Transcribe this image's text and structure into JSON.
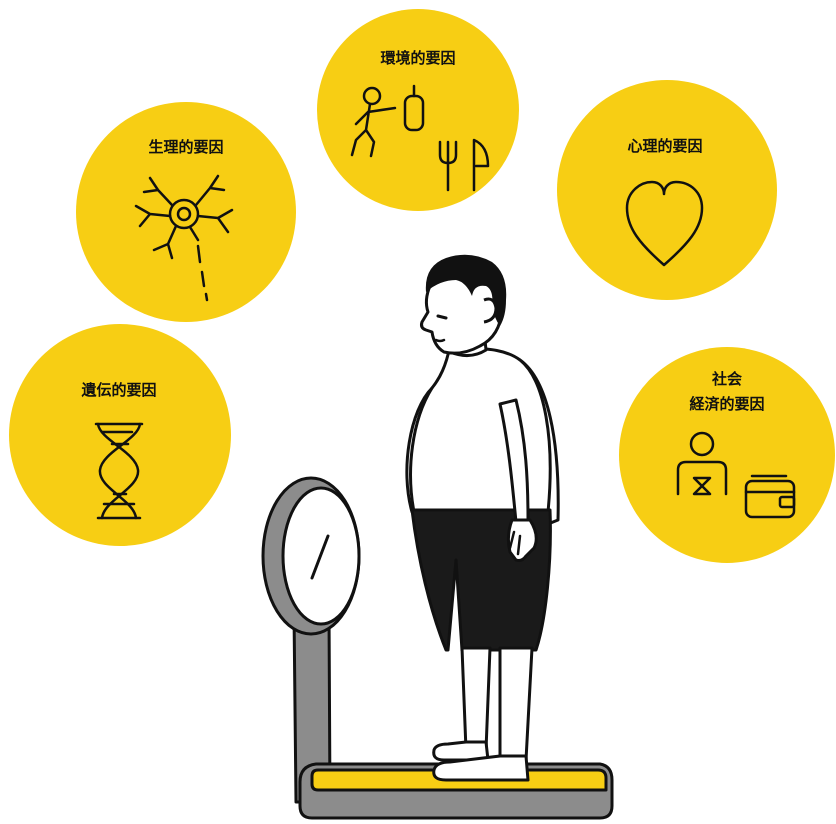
{
  "colors": {
    "circle_fill": "#F7CE14",
    "line": "#111111",
    "scale_gray": "#8C8C8C",
    "shorts": "#1A1A1A",
    "scale_platform": "#F7CE14"
  },
  "factors": {
    "environmental": {
      "label": "環境的要因",
      "icon": "exercise-food-icon"
    },
    "physiological": {
      "label": "生理的要因",
      "icon": "neuron-icon"
    },
    "psychological": {
      "label": "心理的要因",
      "icon": "heart-icon"
    },
    "genetic": {
      "label": "遺伝的要因",
      "icon": "dna-icon"
    },
    "socioeconomic": {
      "label_line1": "社会",
      "label_line2": "経済的要因",
      "icon": "person-wallet-icon"
    }
  },
  "figure": {
    "person": "man-on-scale-illustration",
    "scale": "bathroom-scale-icon"
  }
}
